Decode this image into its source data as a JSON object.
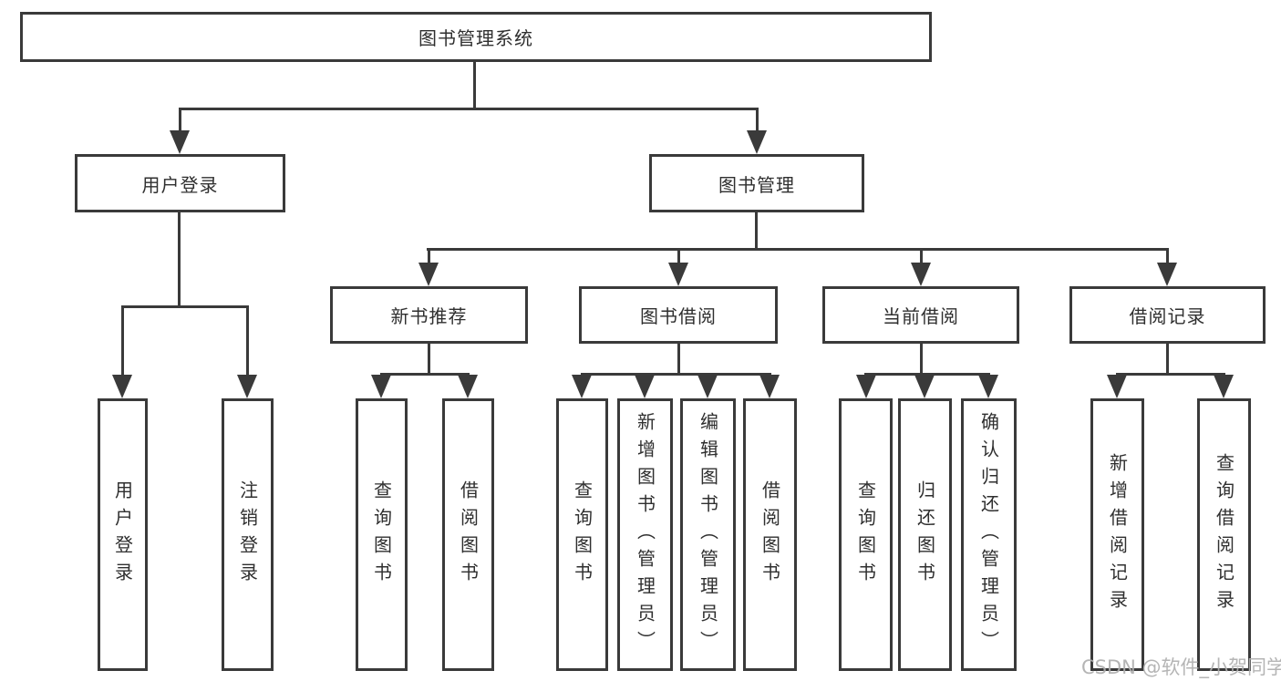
{
  "diagram": {
    "root_label": "图书管理系统",
    "level2": [
      {
        "label": "用户登录"
      },
      {
        "label": "图书管理"
      }
    ],
    "level3": [
      {
        "label": "新书推荐"
      },
      {
        "label": "图书借阅"
      },
      {
        "label": "当前借阅"
      },
      {
        "label": "借阅记录"
      }
    ],
    "leaves": {
      "user_login": [
        "用户登录",
        "注销登录"
      ],
      "new_book_recommend": [
        "查询图书",
        "借阅图书"
      ],
      "book_borrowing": [
        "查询图书",
        "新增图书（管理员）",
        "编辑图书（管理员）",
        "借阅图书"
      ],
      "current_borrowing": [
        "查询图书",
        "归还图书",
        "确认归还（管理员）"
      ],
      "borrow_records": [
        "新增借阅记录",
        "查询借阅记录"
      ]
    }
  },
  "watermark": {
    "text": "CSDN @软件_小贺同学"
  },
  "colors": {
    "line": "#3a3a3a",
    "text": "#2f2f2f",
    "watermark": "#afafaf",
    "background": "#ffffff"
  }
}
